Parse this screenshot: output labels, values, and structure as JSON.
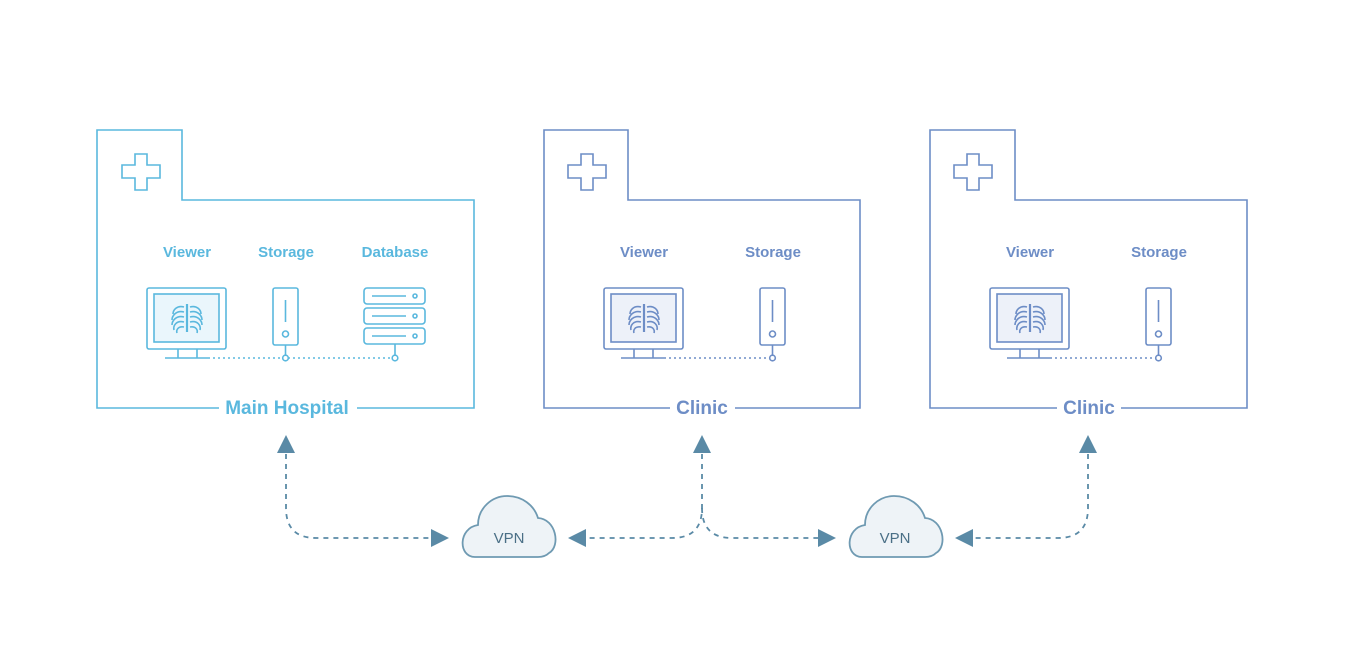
{
  "colors": {
    "main": "#5ab8de",
    "clinic": "#6d8dc6",
    "vpn_stroke": "#6f9ab2",
    "vpn_fill": "#eef3f7",
    "vpn_text": "#4a6f86",
    "arrow": "#5a8aa6"
  },
  "sites": [
    {
      "title": "Main Hospital",
      "icon": "medical-cross-icon",
      "components": [
        {
          "label": "Viewer",
          "icon": "monitor-xray-icon"
        },
        {
          "label": "Storage",
          "icon": "storage-server-icon"
        },
        {
          "label": "Database",
          "icon": "database-rack-icon"
        }
      ]
    },
    {
      "title": "Clinic",
      "icon": "medical-cross-icon",
      "components": [
        {
          "label": "Viewer",
          "icon": "monitor-xray-icon"
        },
        {
          "label": "Storage",
          "icon": "storage-server-icon"
        }
      ]
    },
    {
      "title": "Clinic",
      "icon": "medical-cross-icon",
      "components": [
        {
          "label": "Viewer",
          "icon": "monitor-xray-icon"
        },
        {
          "label": "Storage",
          "icon": "storage-server-icon"
        }
      ]
    }
  ],
  "vpns": [
    {
      "label": "VPN",
      "icon": "cloud-icon"
    },
    {
      "label": "VPN",
      "icon": "cloud-icon"
    }
  ]
}
